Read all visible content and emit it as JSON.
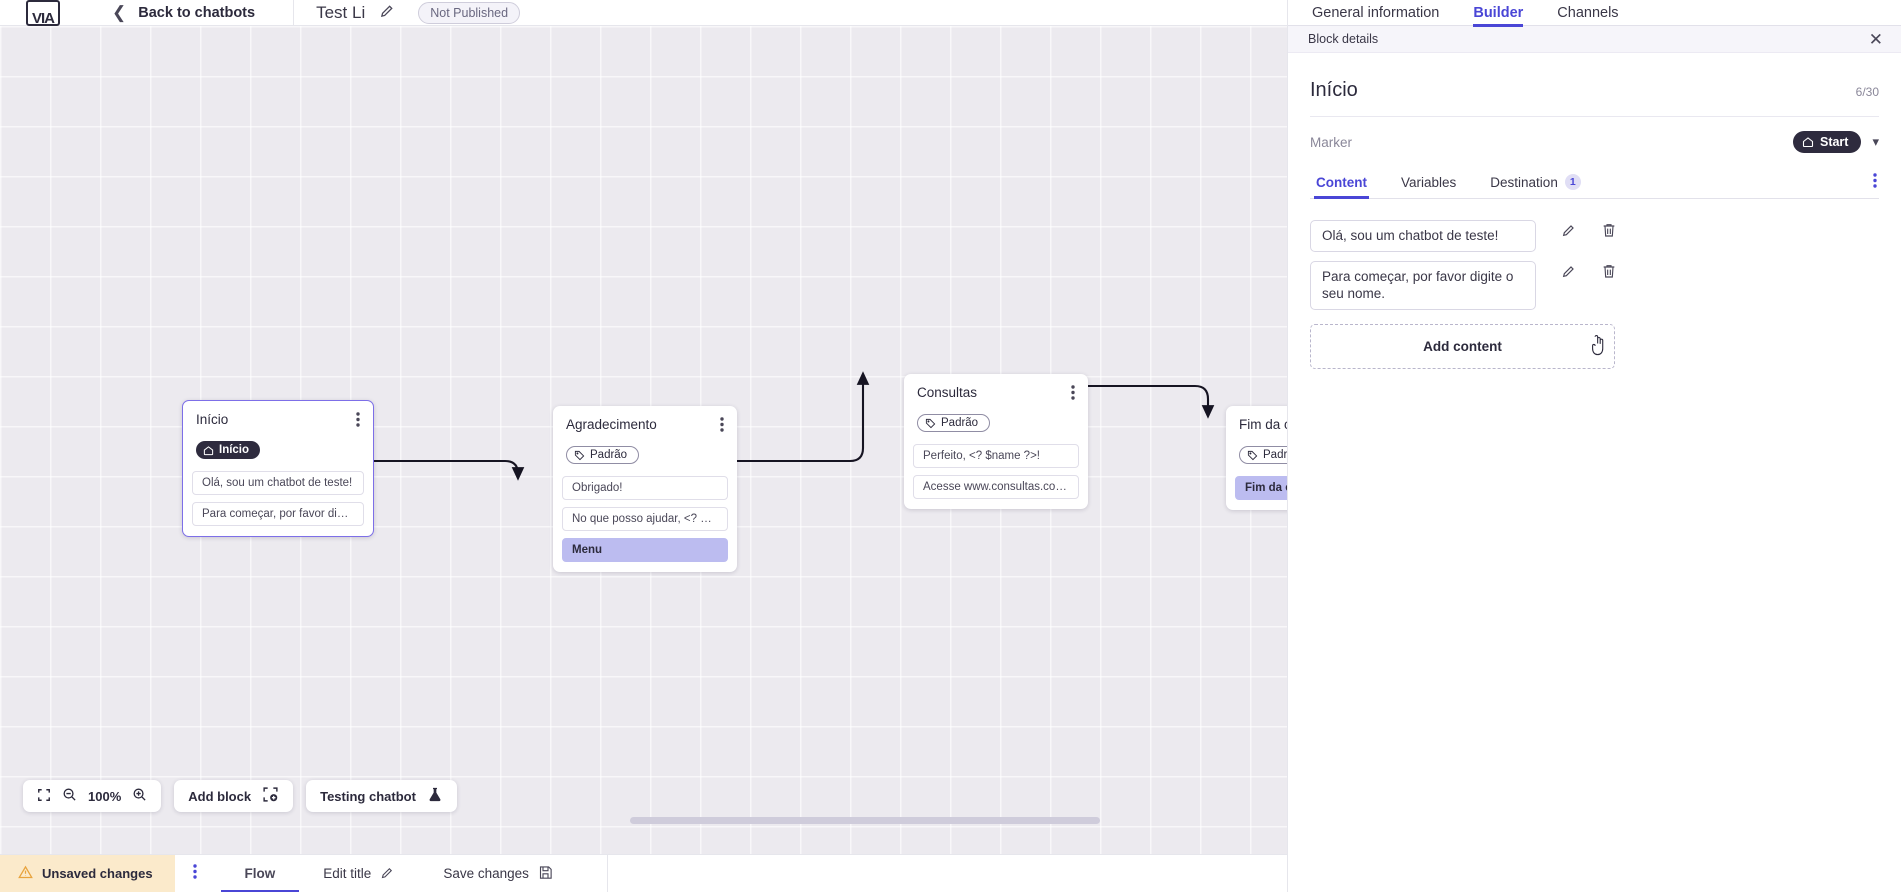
{
  "topbar": {
    "logo_glyph": "VIA",
    "back_label": "Back to chatbots",
    "bot_title": "Test Li",
    "status_badge": "Not Published"
  },
  "right_panel": {
    "tabs": [
      {
        "label": "General information",
        "active": false
      },
      {
        "label": "Builder",
        "active": true
      },
      {
        "label": "Channels",
        "active": false
      }
    ],
    "block_details_label": "Block details",
    "block_title": "Início",
    "char_count": "6/30",
    "marker_label": "Marker",
    "marker_value": "Start",
    "content_tabs": [
      {
        "label": "Content",
        "badge": "",
        "active": true
      },
      {
        "label": "Variables",
        "badge": "",
        "active": false
      },
      {
        "label": "Destination",
        "badge": "1",
        "active": false
      }
    ],
    "contents": [
      "Olá, sou um chatbot de teste!",
      "Para começar, por favor digite o seu nome."
    ],
    "add_content_label": "Add content"
  },
  "canvas": {
    "nodes": [
      {
        "title": "Início",
        "chip": "Início",
        "chip_type": "start",
        "selected": true,
        "items": [
          {
            "text": "Olá, sou um chatbot de teste!",
            "highlight": false
          },
          {
            "text": "Para começar, por favor digite o ...",
            "highlight": false
          }
        ]
      },
      {
        "title": "Agradecimento",
        "chip": "Padrão",
        "chip_type": "default",
        "selected": false,
        "items": [
          {
            "text": "Obrigado!",
            "highlight": false
          },
          {
            "text": "No que posso ajudar, <? $name ...",
            "highlight": false
          },
          {
            "text": "Menu",
            "highlight": true
          }
        ]
      },
      {
        "title": "Consultas",
        "chip": "Padrão",
        "chip_type": "default",
        "selected": false,
        "items": [
          {
            "text": "Perfeito, <? $name ?>!",
            "highlight": false
          },
          {
            "text": "Acesse www.consultas.com par...",
            "highlight": false
          }
        ]
      },
      {
        "title": "Fim da conversa",
        "chip": "Padrão",
        "chip_type": "default",
        "selected": false,
        "items": [
          {
            "text": "Fim da conversa",
            "highlight": true
          }
        ]
      }
    ]
  },
  "toolbar": {
    "zoom_level": "100%",
    "add_block_label": "Add block",
    "testing_label": "Testing chatbot"
  },
  "statusbar": {
    "unsaved_label": "Unsaved changes",
    "flow_label": "Flow",
    "edit_title_label": "Edit title",
    "save_label": "Save changes"
  },
  "colors": {
    "accent": "#4a46d6",
    "dark_chip": "#2e2b3e",
    "highlight": "#bcbcf0",
    "warning_bg": "#fbeacb"
  }
}
